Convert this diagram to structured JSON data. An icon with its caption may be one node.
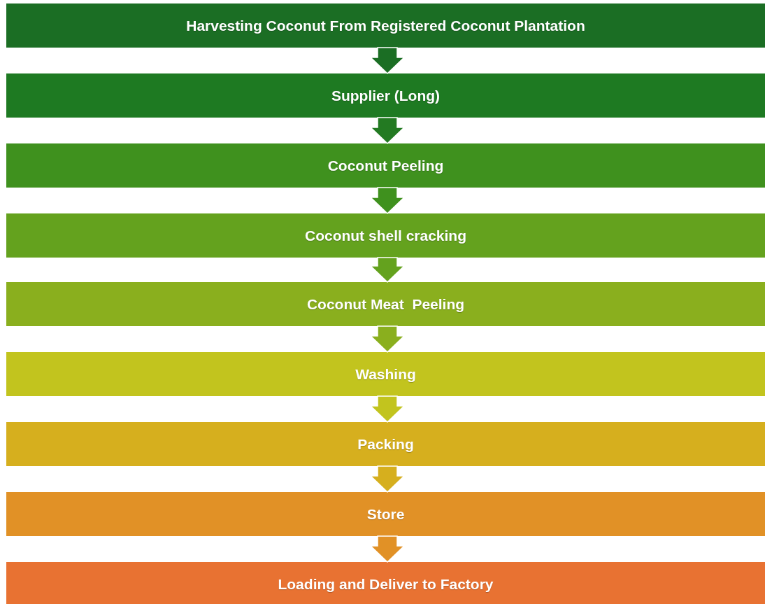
{
  "diagram": {
    "nodes": [
      {
        "text": [
          "Harvesting Coconut From Registered Coconut Plantation"
        ]
      },
      {
        "text": [
          "Supplier (Long)"
        ]
      },
      {
        "text": [
          "Coconut Peeling"
        ]
      },
      {
        "text": [
          "Coconut shell cracking"
        ]
      },
      {
        "text": [
          "Coconut Meat  Peeling"
        ]
      },
      {
        "text": [
          "Washing"
        ]
      },
      {
        "text": [
          "Packing"
        ]
      },
      {
        "text": [
          "Store"
        ]
      },
      {
        "text": [
          "Loading and Deliver to Factory"
        ]
      }
    ],
    "edges": [
      {
        "from": 0,
        "to": 1,
        "arrow": "to",
        "color": "#1b6e24"
      },
      {
        "from": 1,
        "to": 2,
        "arrow": "to",
        "color": "#237a22"
      },
      {
        "from": 2,
        "to": 3,
        "arrow": "to",
        "color": "#3f911e"
      },
      {
        "from": 3,
        "to": 4,
        "arrow": "to",
        "color": "#64a21e"
      },
      {
        "from": 4,
        "to": 5,
        "arrow": "to",
        "color": "#8aaf1e"
      },
      {
        "from": 5,
        "to": 6,
        "arrow": "to",
        "color": "#c2c41e"
      },
      {
        "from": 6,
        "to": 7,
        "arrow": "to",
        "color": "#d6af1e"
      },
      {
        "from": 7,
        "to": 8,
        "arrow": "to",
        "color": "#e19126"
      }
    ]
  }
}
